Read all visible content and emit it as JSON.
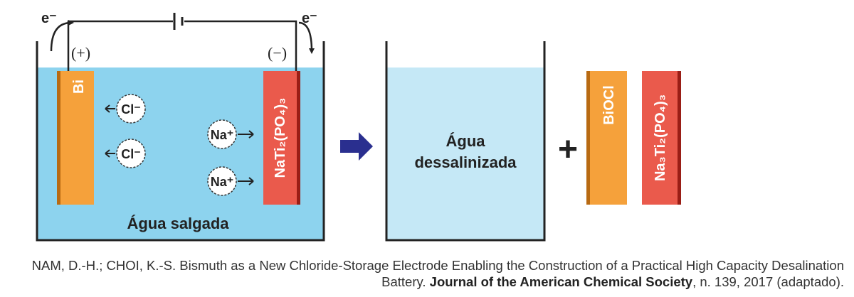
{
  "figure": {
    "electron_label": "e⁻",
    "anode_sign": "(+)",
    "cathode_sign": "(−)",
    "anode_label": "Bi",
    "cathode_label": "NaTi₂(PO₄)₃",
    "chloride_ion": "Cl⁻",
    "sodium_ion": "Na⁺",
    "salt_water_label": "Água salgada",
    "desal_water_line1": "Água",
    "desal_water_line2": "dessalinizada",
    "plus_sign": "+",
    "product1_label": "BiOCl",
    "product2_label": "Na₃Ti₂(PO₄)₃",
    "colors": {
      "water_salt": "#8dd3ee",
      "water_desal": "#c5e8f6",
      "bi_electrode": "#f5a13b",
      "bi_edge": "#b86a12",
      "nti_electrode": "#ea5a4c",
      "nti_edge": "#9a1e16",
      "arrow": "#2a2f8f"
    }
  },
  "caption": {
    "part1": "NAM, D.-H.; CHOI, K.-S. Bismuth as a New Chloride-Storage Electrode Enabling the Construction of a Practical High Capacity Desalination Battery. ",
    "journal": "Journal of the American Chemical Society",
    "part2": ", n. 139, 2017 (adaptado)."
  }
}
